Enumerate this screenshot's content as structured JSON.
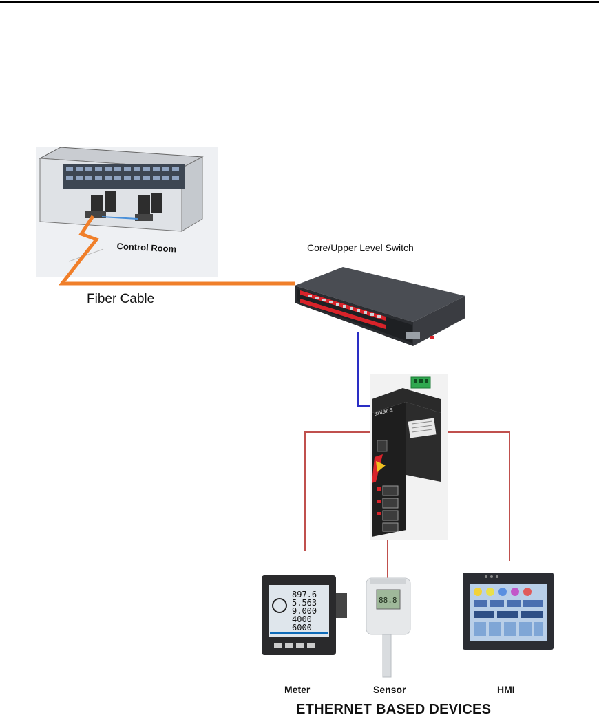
{
  "labels": {
    "control_room": "Control Room",
    "fiber_cable": "Fiber Cable",
    "core_switch": "Core/Upper Level Switch",
    "meter": "Meter",
    "sensor": "Sensor",
    "hmi": "HMI",
    "group_title": "ETHERNET BASED DEVICES",
    "switch_brand": "antaira"
  },
  "colors": {
    "fiber": "#f07f2a",
    "uplink": "#2a2ec4",
    "device_link": "#c0504d",
    "switch_accent": "#d8232a",
    "terminal_block": "#2fa84f"
  },
  "meter_readout": [
    "897.6",
    "5.563",
    "9.000",
    "4000",
    "6000"
  ],
  "sensor_readout": "88.8"
}
